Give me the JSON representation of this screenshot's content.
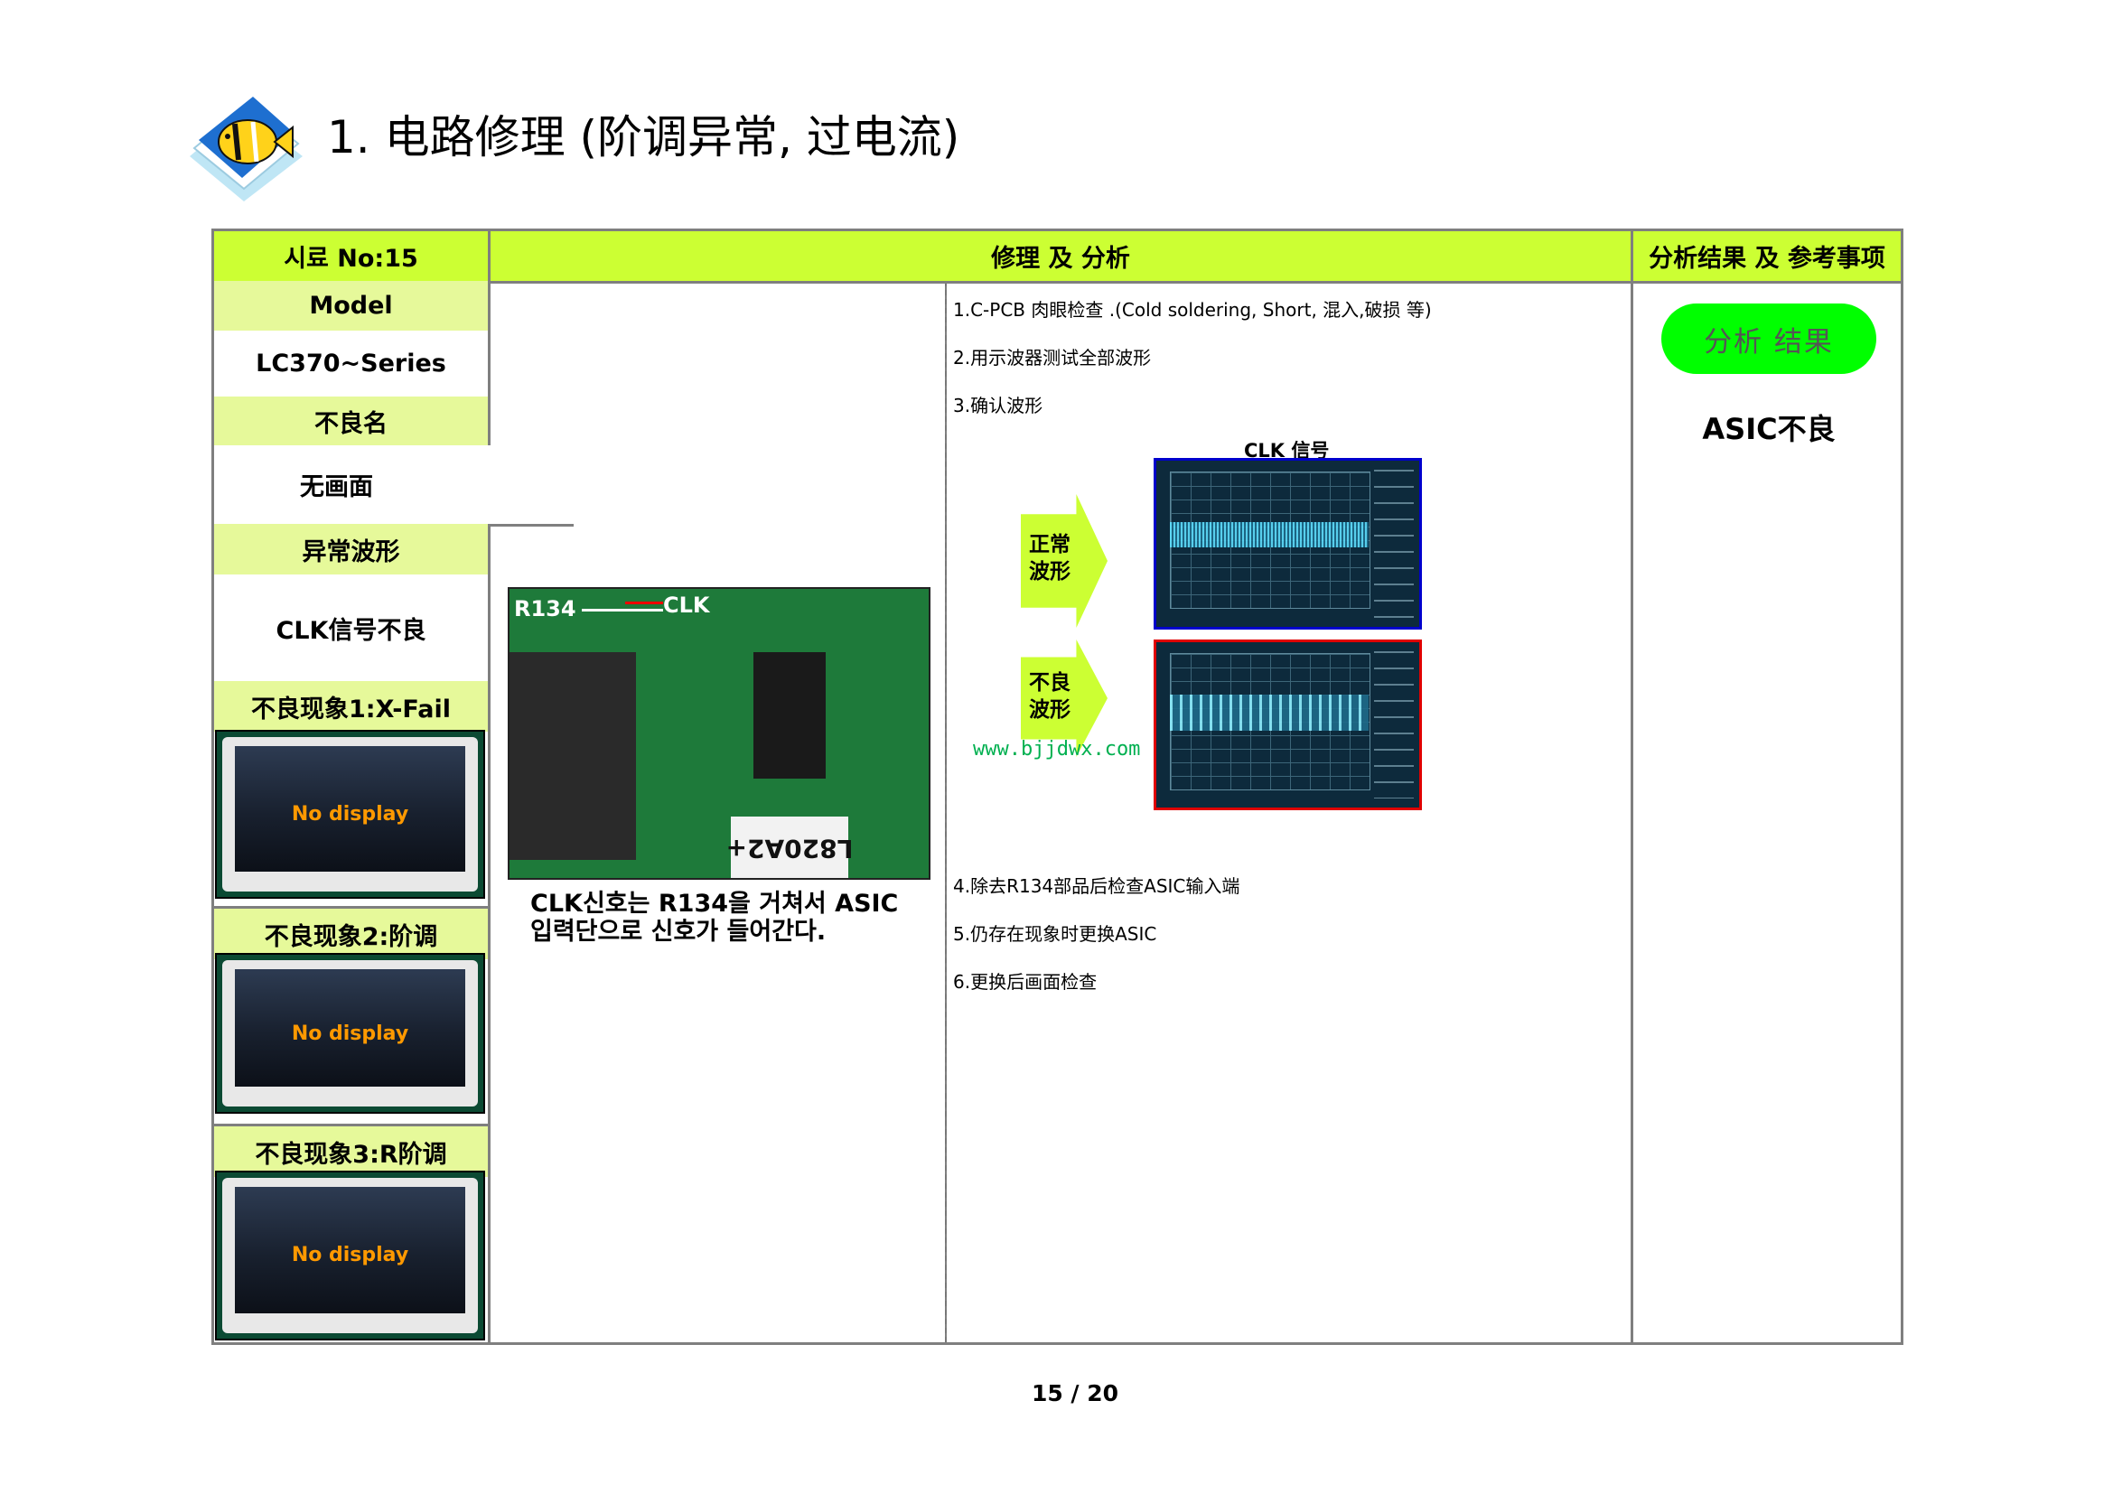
{
  "title": "1. 电路修理 (阶调异常, 过电流)",
  "table": {
    "headers": {
      "sample": "시료 No:15",
      "repair": "修理 及 分析",
      "result": "分析结果 及 参考事项"
    },
    "left": {
      "model_label": "Model",
      "model_value": "LC370~Series",
      "defect_label": "不良名",
      "defect_value": "无画面",
      "waveform_label": "异常波形",
      "waveform_value": "CLK信号不良",
      "symptom1_label": "不良现象1:X-Fail",
      "symptom2_label": "不良现象2:阶调",
      "symptom3_label": "不良现象3:R阶调",
      "screen_text": "No display"
    },
    "photo": {
      "r134": "R134",
      "clk": "CLK",
      "label_text": "L820A2+",
      "caption_line1": "CLK신호는 R134을 거쳐서 ASIC",
      "caption_line2": "입력단으로 신호가 들어간다."
    },
    "steps": [
      "1.C-PCB 肉眼检查 .(Cold soldering, Short, 混入,破损 等)",
      "2.用示波器测试全部波形",
      "3.确认波形",
      "4.除去R134部品后检查ASIC输入端",
      "5.仍存在现象时更换ASIC",
      "6.更换后画面检查"
    ],
    "scope": {
      "title": "CLK 信号",
      "normal_line1": "正常",
      "normal_line2": "波形",
      "bad_line1": "不良",
      "bad_line2": "波形",
      "watermark": "www.bjjdwx.com",
      "normal_border": "#0000cc",
      "bad_border": "#e00000"
    },
    "analysis": {
      "pill": "分析 结果",
      "result": "ASIC不良",
      "pill_color": "#00ff00"
    }
  },
  "page_number": "15 / 20",
  "colors": {
    "header_bg": "#ccff33",
    "label_bg": "#e6f99a",
    "border": "#7f7f7f",
    "accent_text": "#ff9900"
  }
}
